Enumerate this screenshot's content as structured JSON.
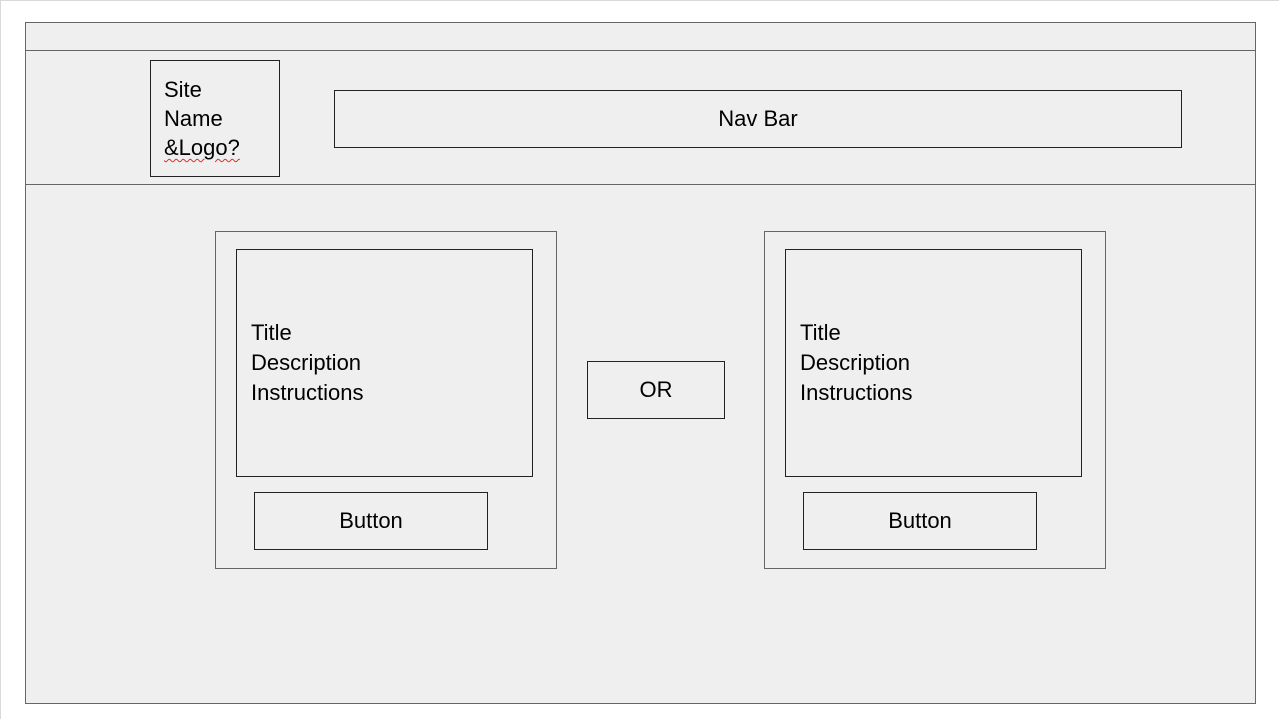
{
  "header": {
    "logo_lines": [
      "Site",
      "Name",
      "&Logo?"
    ],
    "nav_label": "Nav Bar"
  },
  "cards": [
    {
      "lines": [
        "Title",
        "Description",
        "Instructions"
      ],
      "button_label": "Button"
    },
    {
      "lines": [
        "Title",
        "Description",
        "Instructions"
      ],
      "button_label": "Button"
    }
  ],
  "separator_label": "OR",
  "colors": {
    "background": "#efefef",
    "frame_border": "#666666",
    "box_border": "#222222",
    "spellcheck_underline": "#d93025"
  }
}
